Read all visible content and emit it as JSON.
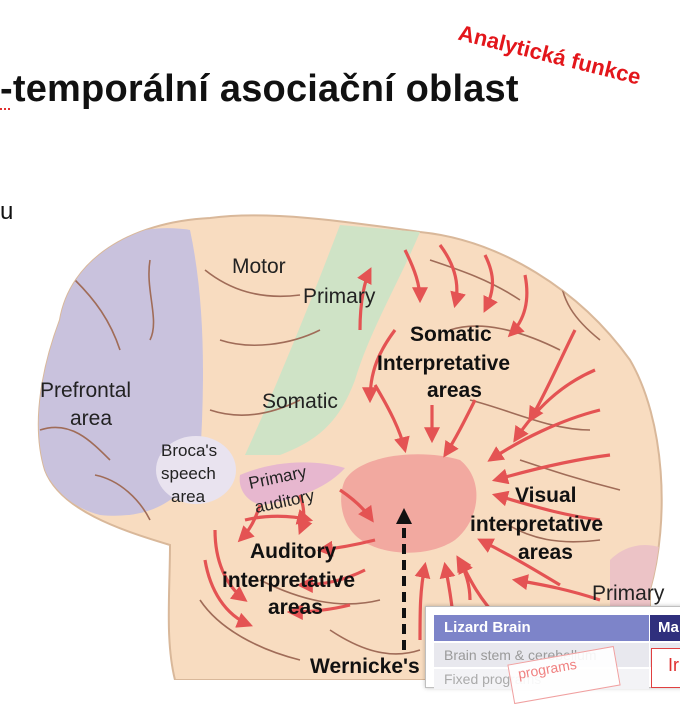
{
  "slide": {
    "title": "-temporální asociační oblast",
    "stamp": "Analytická funkce",
    "bullet_fragment": "u"
  },
  "brain": {
    "labels": {
      "motor": "Motor",
      "primary_top": "Primary",
      "somatic_interp": [
        "Somatic",
        "Interpretative",
        "areas"
      ],
      "prefrontal": [
        "Prefrontal",
        "area"
      ],
      "somatic": "Somatic",
      "broca": [
        "Broca's",
        "speech",
        "area"
      ],
      "primary_auditory": [
        "Primary",
        "auditory"
      ],
      "visual_interp": [
        "Visual",
        "interpretative",
        "areas"
      ],
      "auditory_interp": [
        "Auditory",
        "interpretative",
        "areas"
      ],
      "primary_visual": "Primary",
      "wernicke": "Wernicke's"
    },
    "colors": {
      "cortex": "#f8dcc0",
      "prefrontal": "#c9c2dd",
      "somatic_strip": "#cfe3c6",
      "wernicke_area": "#f2a9a0",
      "arrows": "#e45353",
      "gyri": "#a06c58"
    }
  },
  "overlay_panel": {
    "header_left": "Lizard Brain",
    "header_right": "Ma",
    "row1": "Brain stem & cerebellum",
    "row2": "Fixed programs",
    "sticky_note": "programs",
    "red_box": "Ir"
  }
}
